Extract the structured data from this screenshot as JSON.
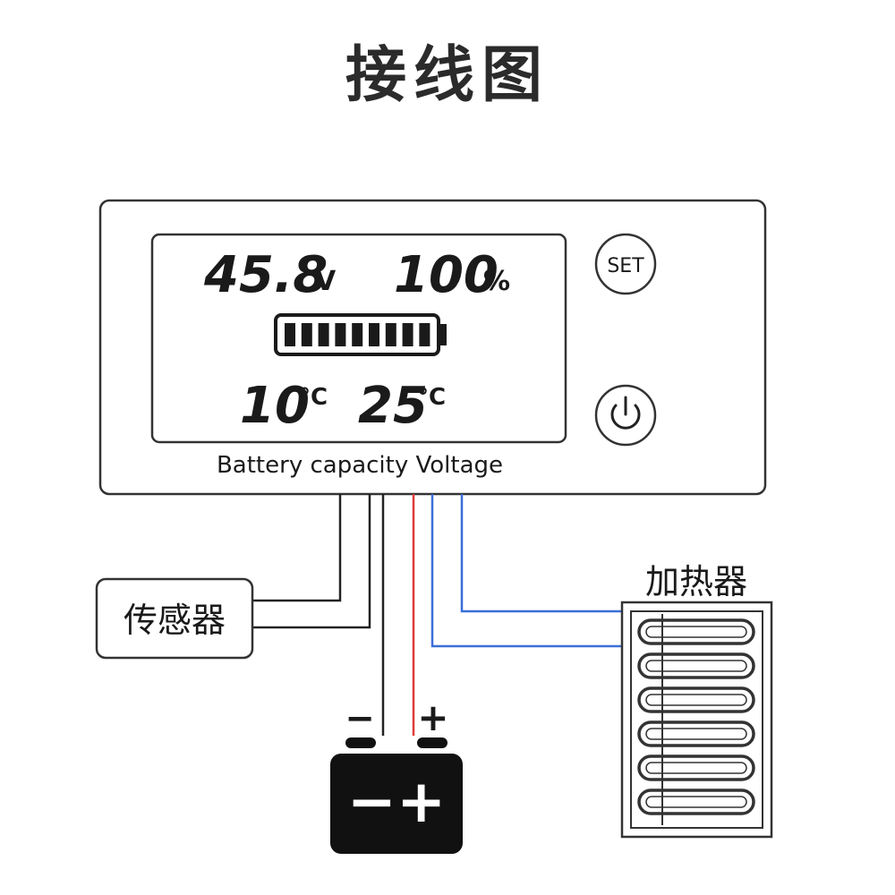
{
  "title": "接线图",
  "display": {
    "voltage_value": "45.8",
    "voltage_unit": "V",
    "percent_value": "100",
    "percent_unit": "%",
    "temp1_value": "10",
    "temp2_value": "25",
    "temp_unit": "°C",
    "battery_bars": 9,
    "caption": "Battery capacity Voltage"
  },
  "buttons": {
    "set_label": "SET",
    "power_icon": "power-icon"
  },
  "sensor": {
    "label": "传感器"
  },
  "heater": {
    "label": "加热器"
  },
  "battery": {
    "minus_terminal": "−",
    "plus_terminal": "+",
    "body_symbols": "−+"
  },
  "colors": {
    "outline": "#333333",
    "positive_wire": "#e03a3a",
    "negative_wire": "#222222",
    "heater_wire": "#3a6fd8",
    "battery_fill": "#111111"
  }
}
